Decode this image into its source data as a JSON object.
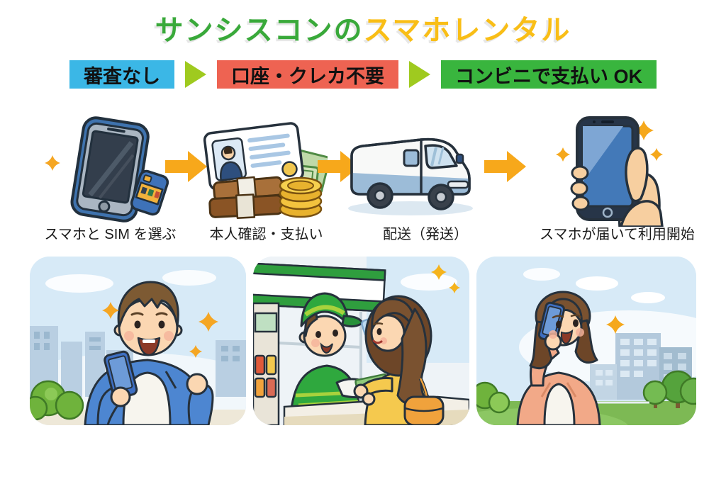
{
  "page": {
    "background": "#ffffff"
  },
  "title": {
    "part1": "サンシスコンの",
    "part2": "スマホレンタル",
    "part1_color": "#39a93a",
    "part2_color": "#f9be16"
  },
  "benefit_badges": [
    {
      "label": "審査なし",
      "bg": "#3bb7e6"
    },
    {
      "label": "口座・クレカ不要",
      "bg": "#ee6352"
    },
    {
      "label": "コンビニで支払い OK",
      "bg": "#39b53e"
    }
  ],
  "badge_arrow_color": "#9fca1f",
  "flow": {
    "arrow_color": "#f7a81b",
    "steps": [
      {
        "label": "スマホと SIM を選ぶ",
        "icon": "smartphone-and-sim-icon"
      },
      {
        "label": "本人確認・支払い",
        "icon": "id-card-and-money-icon"
      },
      {
        "label": "配送（発送）",
        "icon": "delivery-van-icon"
      },
      {
        "label": "スマホが届いて利用開始",
        "icon": "hand-holding-phone-icon"
      }
    ]
  },
  "scenes": [
    {
      "name": "man-happy-with-new-phone-city-scene"
    },
    {
      "name": "convenience-store-payment-scene"
    },
    {
      "name": "woman-calling-outdoors-scene"
    }
  ],
  "palette": {
    "sky": "#d7eaf7",
    "grass": "#7db954",
    "skin": "#fbd7b2",
    "hair_brown": "#7a5230",
    "jacket_blue": "#4d86d1",
    "phone_blue": "#3e6fc2",
    "clerk_green": "#2fa83e",
    "cap_stripe_lime": "#a8d23c",
    "cardigan_yellow": "#f5c94e",
    "bag_orange": "#f0a23c",
    "cardigan_salmon": "#f2a988",
    "building_gray_blue": "#b3c9dc",
    "sparkle_orange": "#f5a623"
  }
}
